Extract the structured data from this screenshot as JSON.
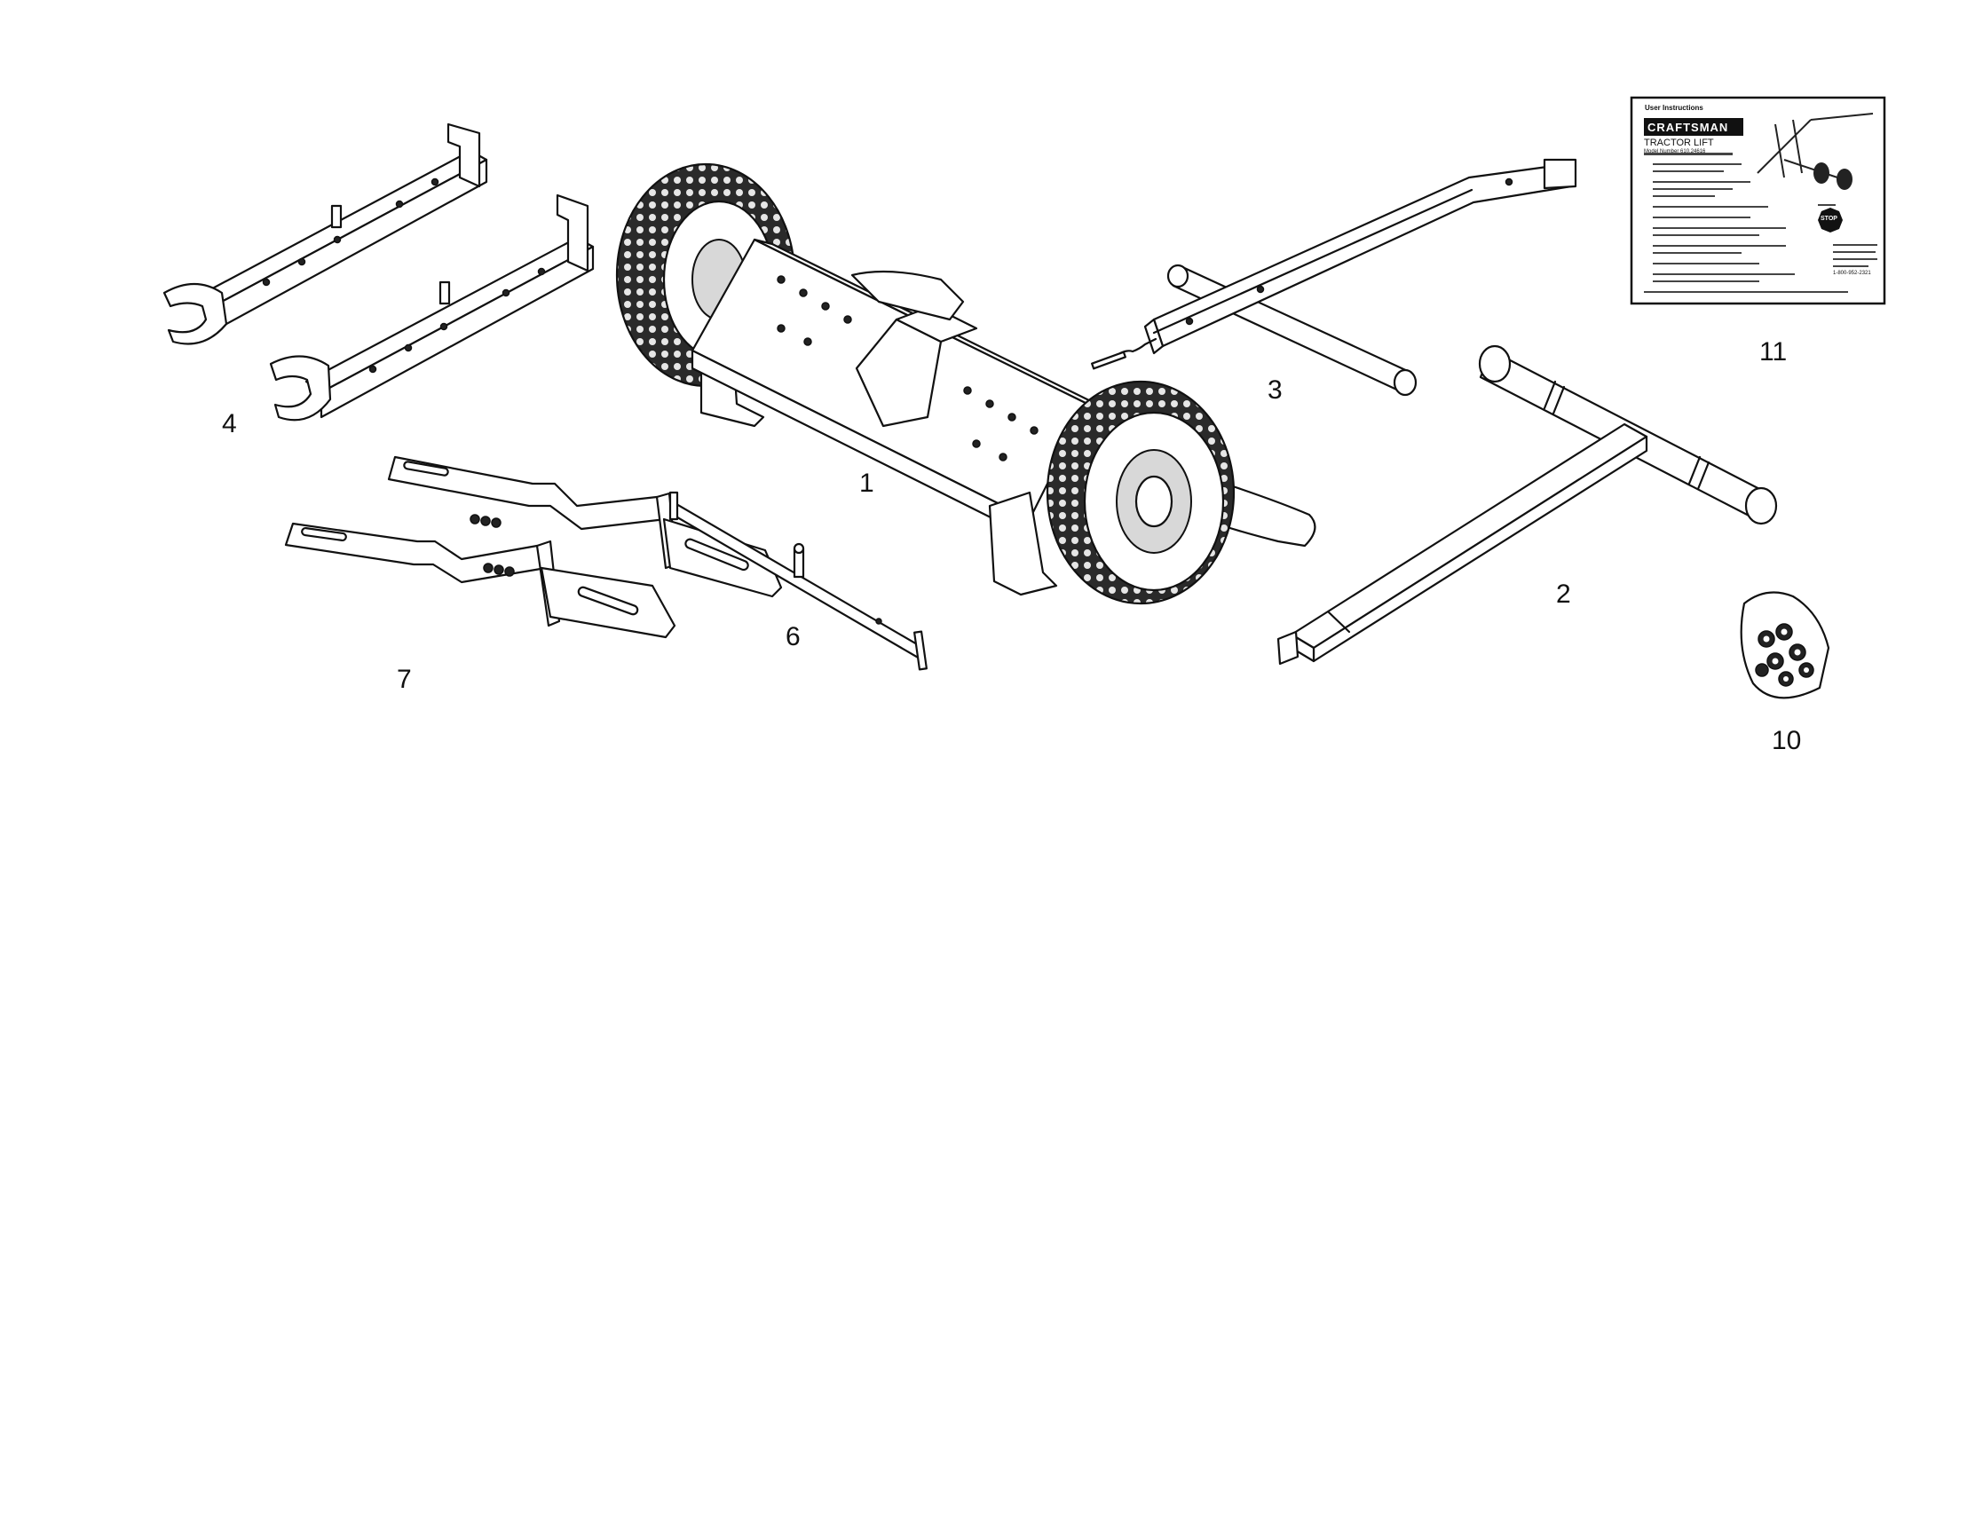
{
  "parts": [
    {
      "id": "1",
      "label": "1"
    },
    {
      "id": "2",
      "label": "2"
    },
    {
      "id": "3",
      "label": "3"
    },
    {
      "id": "4",
      "label": "4"
    },
    {
      "id": "6",
      "label": "6"
    },
    {
      "id": "7",
      "label": "7"
    },
    {
      "id": "10",
      "label": "10"
    },
    {
      "id": "11",
      "label": "11"
    }
  ],
  "manual": {
    "header": "User Instructions",
    "brand": "CRAFTSMAN",
    "product": "TRACTOR LIFT",
    "model": "Model Number 610.24616",
    "stop_sign": "STOP",
    "phone": "1-800-952-2321"
  }
}
